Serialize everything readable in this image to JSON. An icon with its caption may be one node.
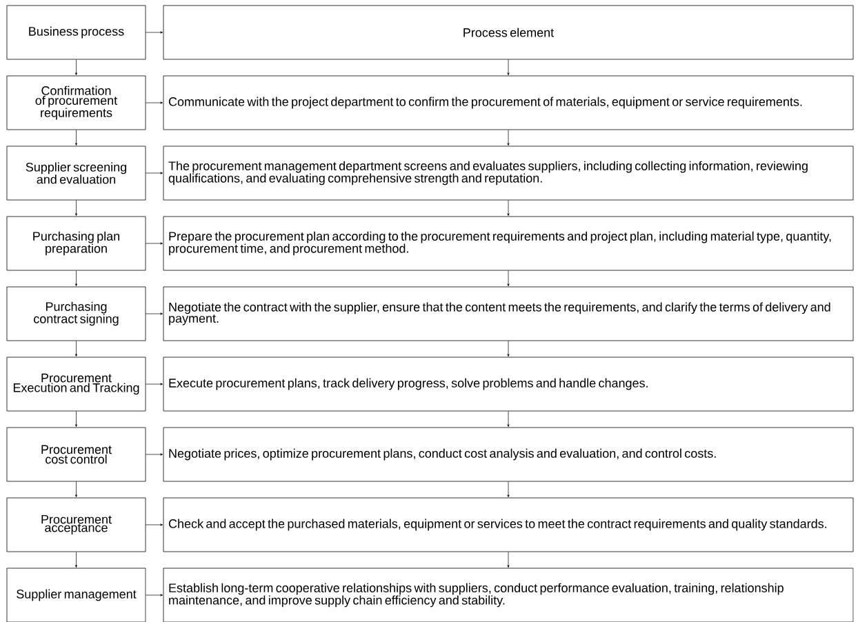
{
  "diagram": {
    "nodes": [
      {
        "text": [
          "Business process"
        ]
      },
      {
        "text": [
          "Process element"
        ]
      },
      {
        "text": [
          "Confirmation of procurement requirements"
        ]
      },
      {
        "text": [
          "Communicate with the project department to confirm the procurement of materials, equipment or service requirements."
        ]
      },
      {
        "text": [
          "Supplier screening and evaluation"
        ]
      },
      {
        "text": [
          "The procurement management department screens and evaluates suppliers, including collecting information, reviewing qualifications, and evaluating comprehensive strength and reputation."
        ]
      },
      {
        "text": [
          "Purchasing plan preparation"
        ]
      },
      {
        "text": [
          "Prepare the procurement plan according to the procurement requirements and project plan, including material type, quantity, procurement time, and procurement method."
        ]
      },
      {
        "text": [
          "Purchasing contract signing"
        ]
      },
      {
        "text": [
          "Negotiate the contract with the supplier, ensure that the content meets the requirements, and clarify the terms of delivery and payment."
        ]
      },
      {
        "text": [
          "Procurement Execution and Tracking"
        ]
      },
      {
        "text": [
          "Execute procurement plans, track delivery progress, solve problems and handle changes."
        ]
      },
      {
        "text": [
          "Procurement cost control"
        ]
      },
      {
        "text": [
          "Negotiate prices, optimize procurement plans, conduct cost analysis and evaluation, and control costs."
        ]
      },
      {
        "text": [
          "Procurement acceptance"
        ]
      },
      {
        "text": [
          "Check and accept the purchased materials, equipment or services to meet the contract requirements and quality standards."
        ]
      },
      {
        "text": [
          "Supplier management"
        ]
      },
      {
        "text": [
          "Establish long-term cooperative relationships with suppliers, conduct performance evaluation, training, relationship maintenance, and improve supply chain efficiency and stability."
        ]
      }
    ],
    "edges": [
      {
        "from": 0,
        "to": 1,
        "arrow": "to"
      },
      {
        "from": 0,
        "to": 2,
        "arrow": "to"
      },
      {
        "from": 1,
        "to": 3,
        "arrow": "to"
      },
      {
        "from": 2,
        "to": 3,
        "arrow": "to"
      },
      {
        "from": 2,
        "to": 4,
        "arrow": "to"
      },
      {
        "from": 3,
        "to": 5,
        "arrow": "to"
      },
      {
        "from": 4,
        "to": 5,
        "arrow": "to"
      },
      {
        "from": 4,
        "to": 6,
        "arrow": "to"
      },
      {
        "from": 5,
        "to": 7,
        "arrow": "to"
      },
      {
        "from": 6,
        "to": 7,
        "arrow": "to"
      },
      {
        "from": 6,
        "to": 8,
        "arrow": "to"
      },
      {
        "from": 7,
        "to": 9,
        "arrow": "to"
      },
      {
        "from": 8,
        "to": 9,
        "arrow": "to"
      },
      {
        "from": 8,
        "to": 10,
        "arrow": "to"
      },
      {
        "from": 9,
        "to": 11,
        "arrow": "to"
      },
      {
        "from": 10,
        "to": 11,
        "arrow": "to"
      },
      {
        "from": 10,
        "to": 12,
        "arrow": "to"
      },
      {
        "from": 11,
        "to": 13,
        "arrow": "to"
      },
      {
        "from": 12,
        "to": 13,
        "arrow": "to"
      },
      {
        "from": 12,
        "to": 14,
        "arrow": "to"
      },
      {
        "from": 13,
        "to": 15,
        "arrow": "to"
      },
      {
        "from": 14,
        "to": 15,
        "arrow": "to"
      },
      {
        "from": 14,
        "to": 16,
        "arrow": "to"
      },
      {
        "from": 15,
        "to": 17,
        "arrow": "to"
      },
      {
        "from": 16,
        "to": 17,
        "arrow": "to"
      }
    ]
  }
}
